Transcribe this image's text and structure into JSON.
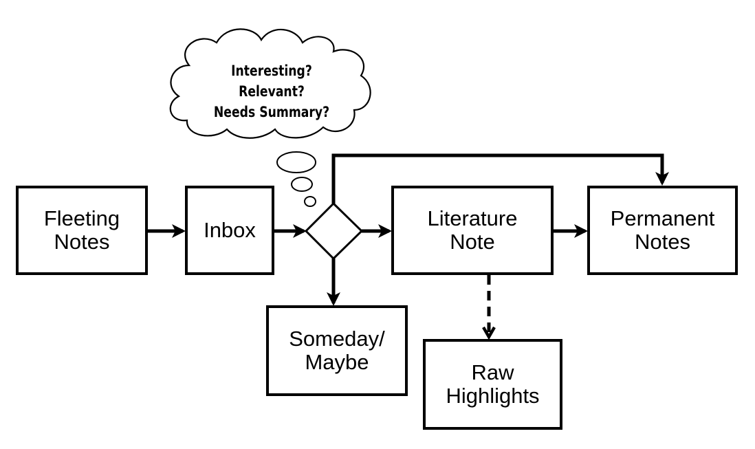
{
  "diagram": {
    "type": "flowchart",
    "stroke_color": "#000000",
    "background": "#ffffff",
    "thought_cloud": {
      "lines": "Interesting?\nRelevant?\nNeeds Summary?"
    },
    "nodes": {
      "fleeting": {
        "label": "Fleeting\nNotes"
      },
      "inbox": {
        "label": "Inbox"
      },
      "decision": {
        "label": ""
      },
      "literature": {
        "label": "Literature\nNote"
      },
      "permanent": {
        "label": "Permanent\nNotes"
      },
      "someday": {
        "label": "Someday/\nMaybe"
      },
      "raw": {
        "label": "Raw\nHighlights"
      }
    },
    "edges": [
      {
        "from": "fleeting",
        "to": "inbox",
        "style": "solid"
      },
      {
        "from": "inbox",
        "to": "decision",
        "style": "solid"
      },
      {
        "from": "decision",
        "to": "literature",
        "style": "solid"
      },
      {
        "from": "decision",
        "to": "permanent",
        "style": "solid"
      },
      {
        "from": "decision",
        "to": "someday",
        "style": "solid"
      },
      {
        "from": "literature",
        "to": "permanent",
        "style": "solid"
      },
      {
        "from": "literature",
        "to": "raw",
        "style": "dashed"
      }
    ]
  }
}
